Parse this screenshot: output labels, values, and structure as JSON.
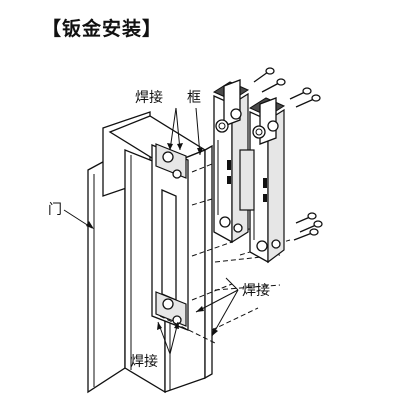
{
  "title": "【钣金安装】",
  "labels": {
    "weld_top": "焊接",
    "frame": "框",
    "door": "门",
    "weld_right": "焊接",
    "weld_bottom": "焊接"
  }
}
